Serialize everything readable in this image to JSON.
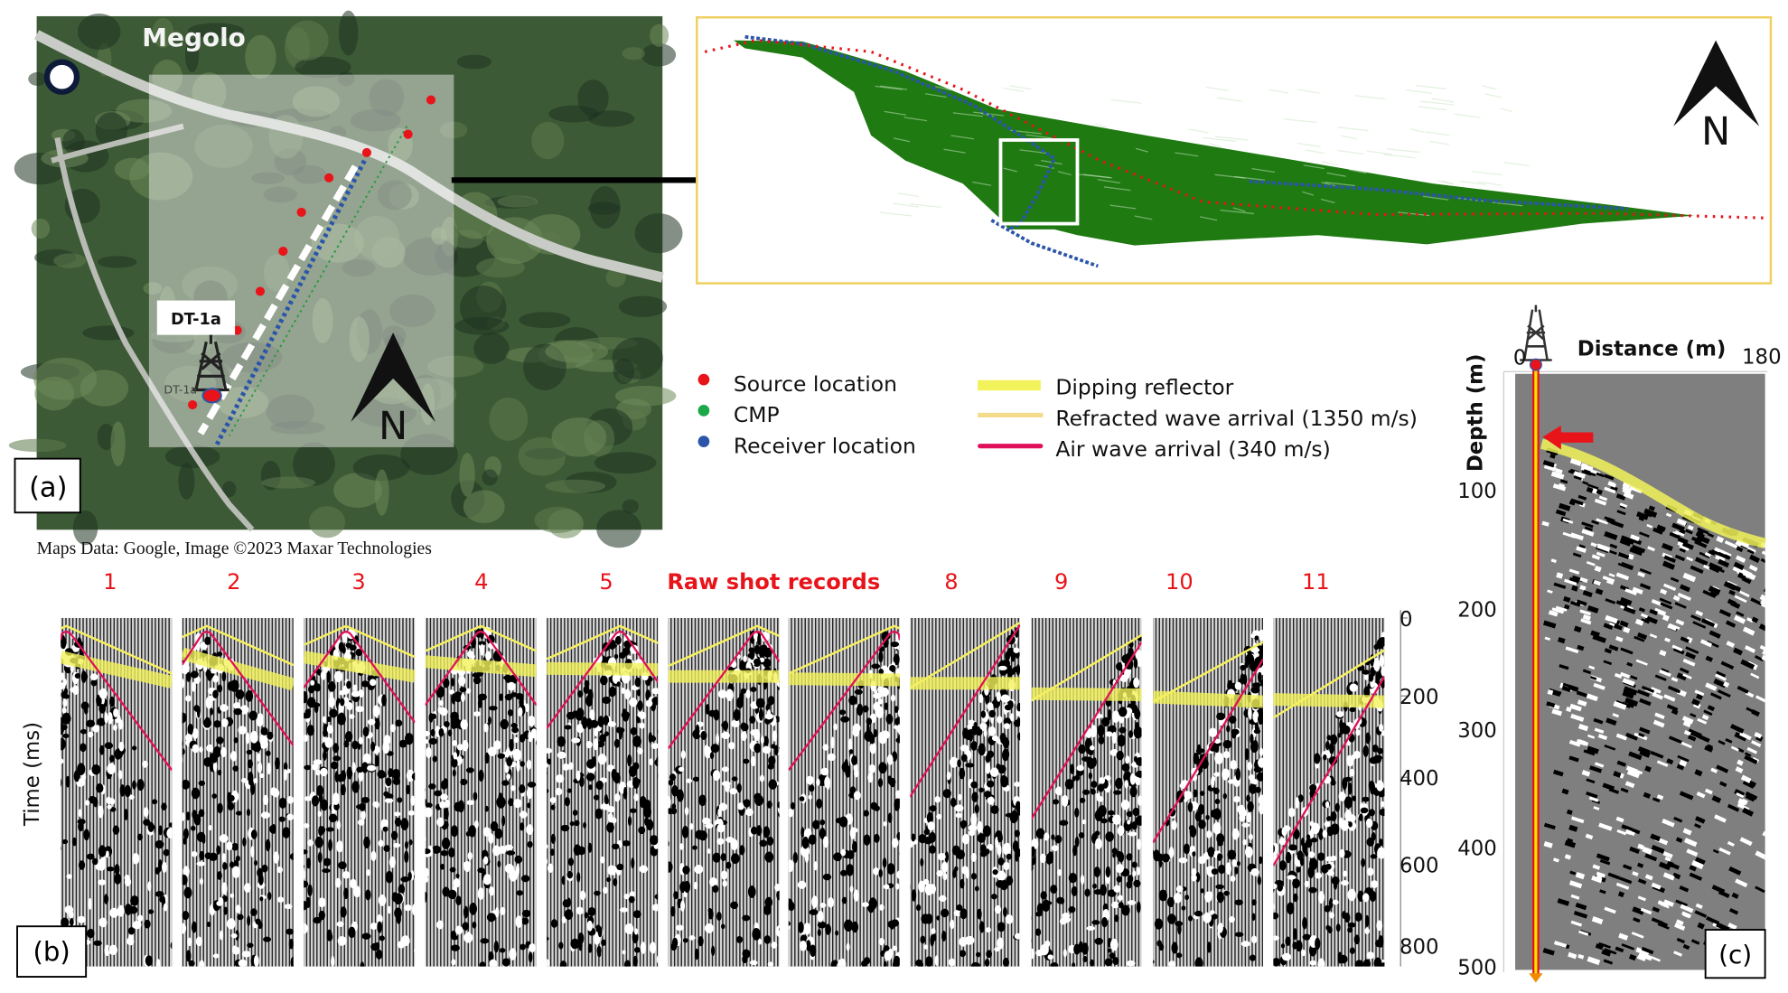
{
  "panel_a": {
    "place_label": "Megolo",
    "well_label": "DT-1a",
    "well_label_small": "DT-1a",
    "north_label": "N",
    "panel_label": "(a)",
    "caption": "Maps Data: Google, Image ©2023 Maxar Technologies"
  },
  "overview": {
    "north_label": "N"
  },
  "legend": {
    "points": [
      {
        "label": "Source location",
        "color": "#e8141a"
      },
      {
        "label": "CMP",
        "color": "#1aa84a"
      },
      {
        "label": "Receiver location",
        "color": "#2a55a8"
      }
    ],
    "lines": [
      {
        "label": "Dipping reflector",
        "color": "#f2f25a"
      },
      {
        "label": "Refracted wave arrival (1350 m/s)",
        "color": "#f3dc8c"
      },
      {
        "label": "Air wave arrival (340 m/s)",
        "color": "#e0105a"
      }
    ]
  },
  "panel_b": {
    "title": "Raw shot records",
    "shot_labels": [
      "1",
      "2",
      "3",
      "4",
      "5",
      "",
      "",
      "8",
      "9",
      "10",
      "11"
    ],
    "time_ticks": [
      "0",
      "200",
      "400",
      "600",
      "800"
    ],
    "time_label": "Time (ms)",
    "panel_label": "(b)"
  },
  "panel_c": {
    "x_label": "Distance (m)",
    "x_min": "0",
    "x_max": "180",
    "depth_ticks": [
      "100",
      "200",
      "300",
      "400",
      "500"
    ],
    "y_label": "Depth (m)",
    "panel_label": "(c)"
  },
  "colors": {
    "accent_red": "#e8141a",
    "reflector_yellow": "#f2f25a",
    "air_wave_magenta": "#e0105a",
    "overview_border": "#f0d060",
    "swath_green": "#1f7a12"
  }
}
